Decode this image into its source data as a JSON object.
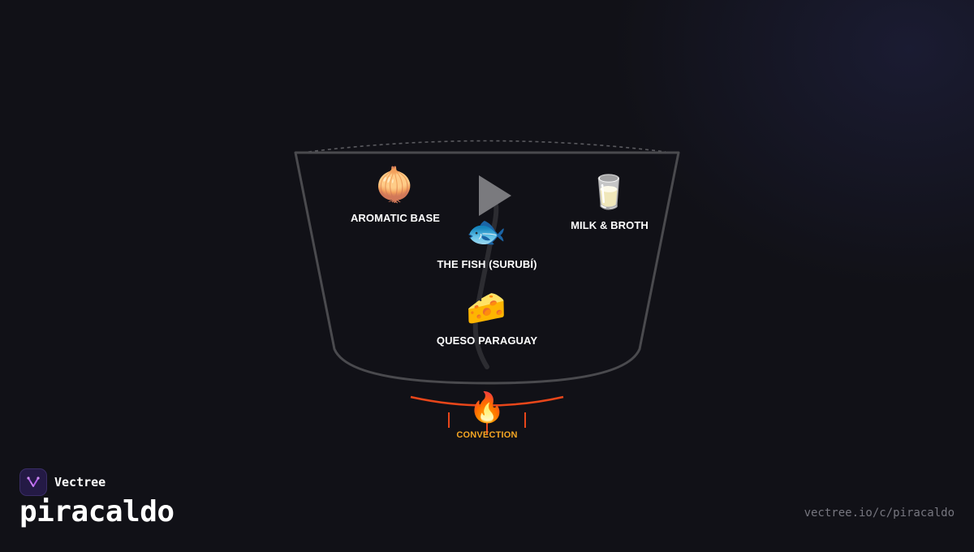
{
  "diagram": {
    "ingredients": [
      {
        "icon": "onion-icon",
        "emoji": "🧅",
        "label": "AROMATIC BASE"
      },
      {
        "icon": "fish-icon",
        "emoji": "🐟",
        "label": "THE FISH (SURUBÍ)"
      },
      {
        "icon": "milk-glass-icon",
        "emoji": "🥛",
        "label": "MILK & BROTH"
      },
      {
        "icon": "cheese-icon",
        "emoji": "🧀",
        "label": "QUESO PARAGUAY"
      }
    ],
    "heat": {
      "icon": "fire-icon",
      "emoji": "🔥",
      "label": "CONVECTION"
    },
    "colors": {
      "pot_outline": "#4a4a4e",
      "flow_arrow": "#2c2c31",
      "play_icon": "#7a7a7e",
      "heat_line": "#e8461a",
      "heat_label": "#f5a623",
      "brand_logo": "#241a45",
      "brand_mark": "#b05ce8"
    }
  },
  "brand": {
    "icon": "vectree-logo-icon",
    "name": "Vectree"
  },
  "page": {
    "title": "piracaldo",
    "url": "vectree.io/c/piracaldo"
  }
}
